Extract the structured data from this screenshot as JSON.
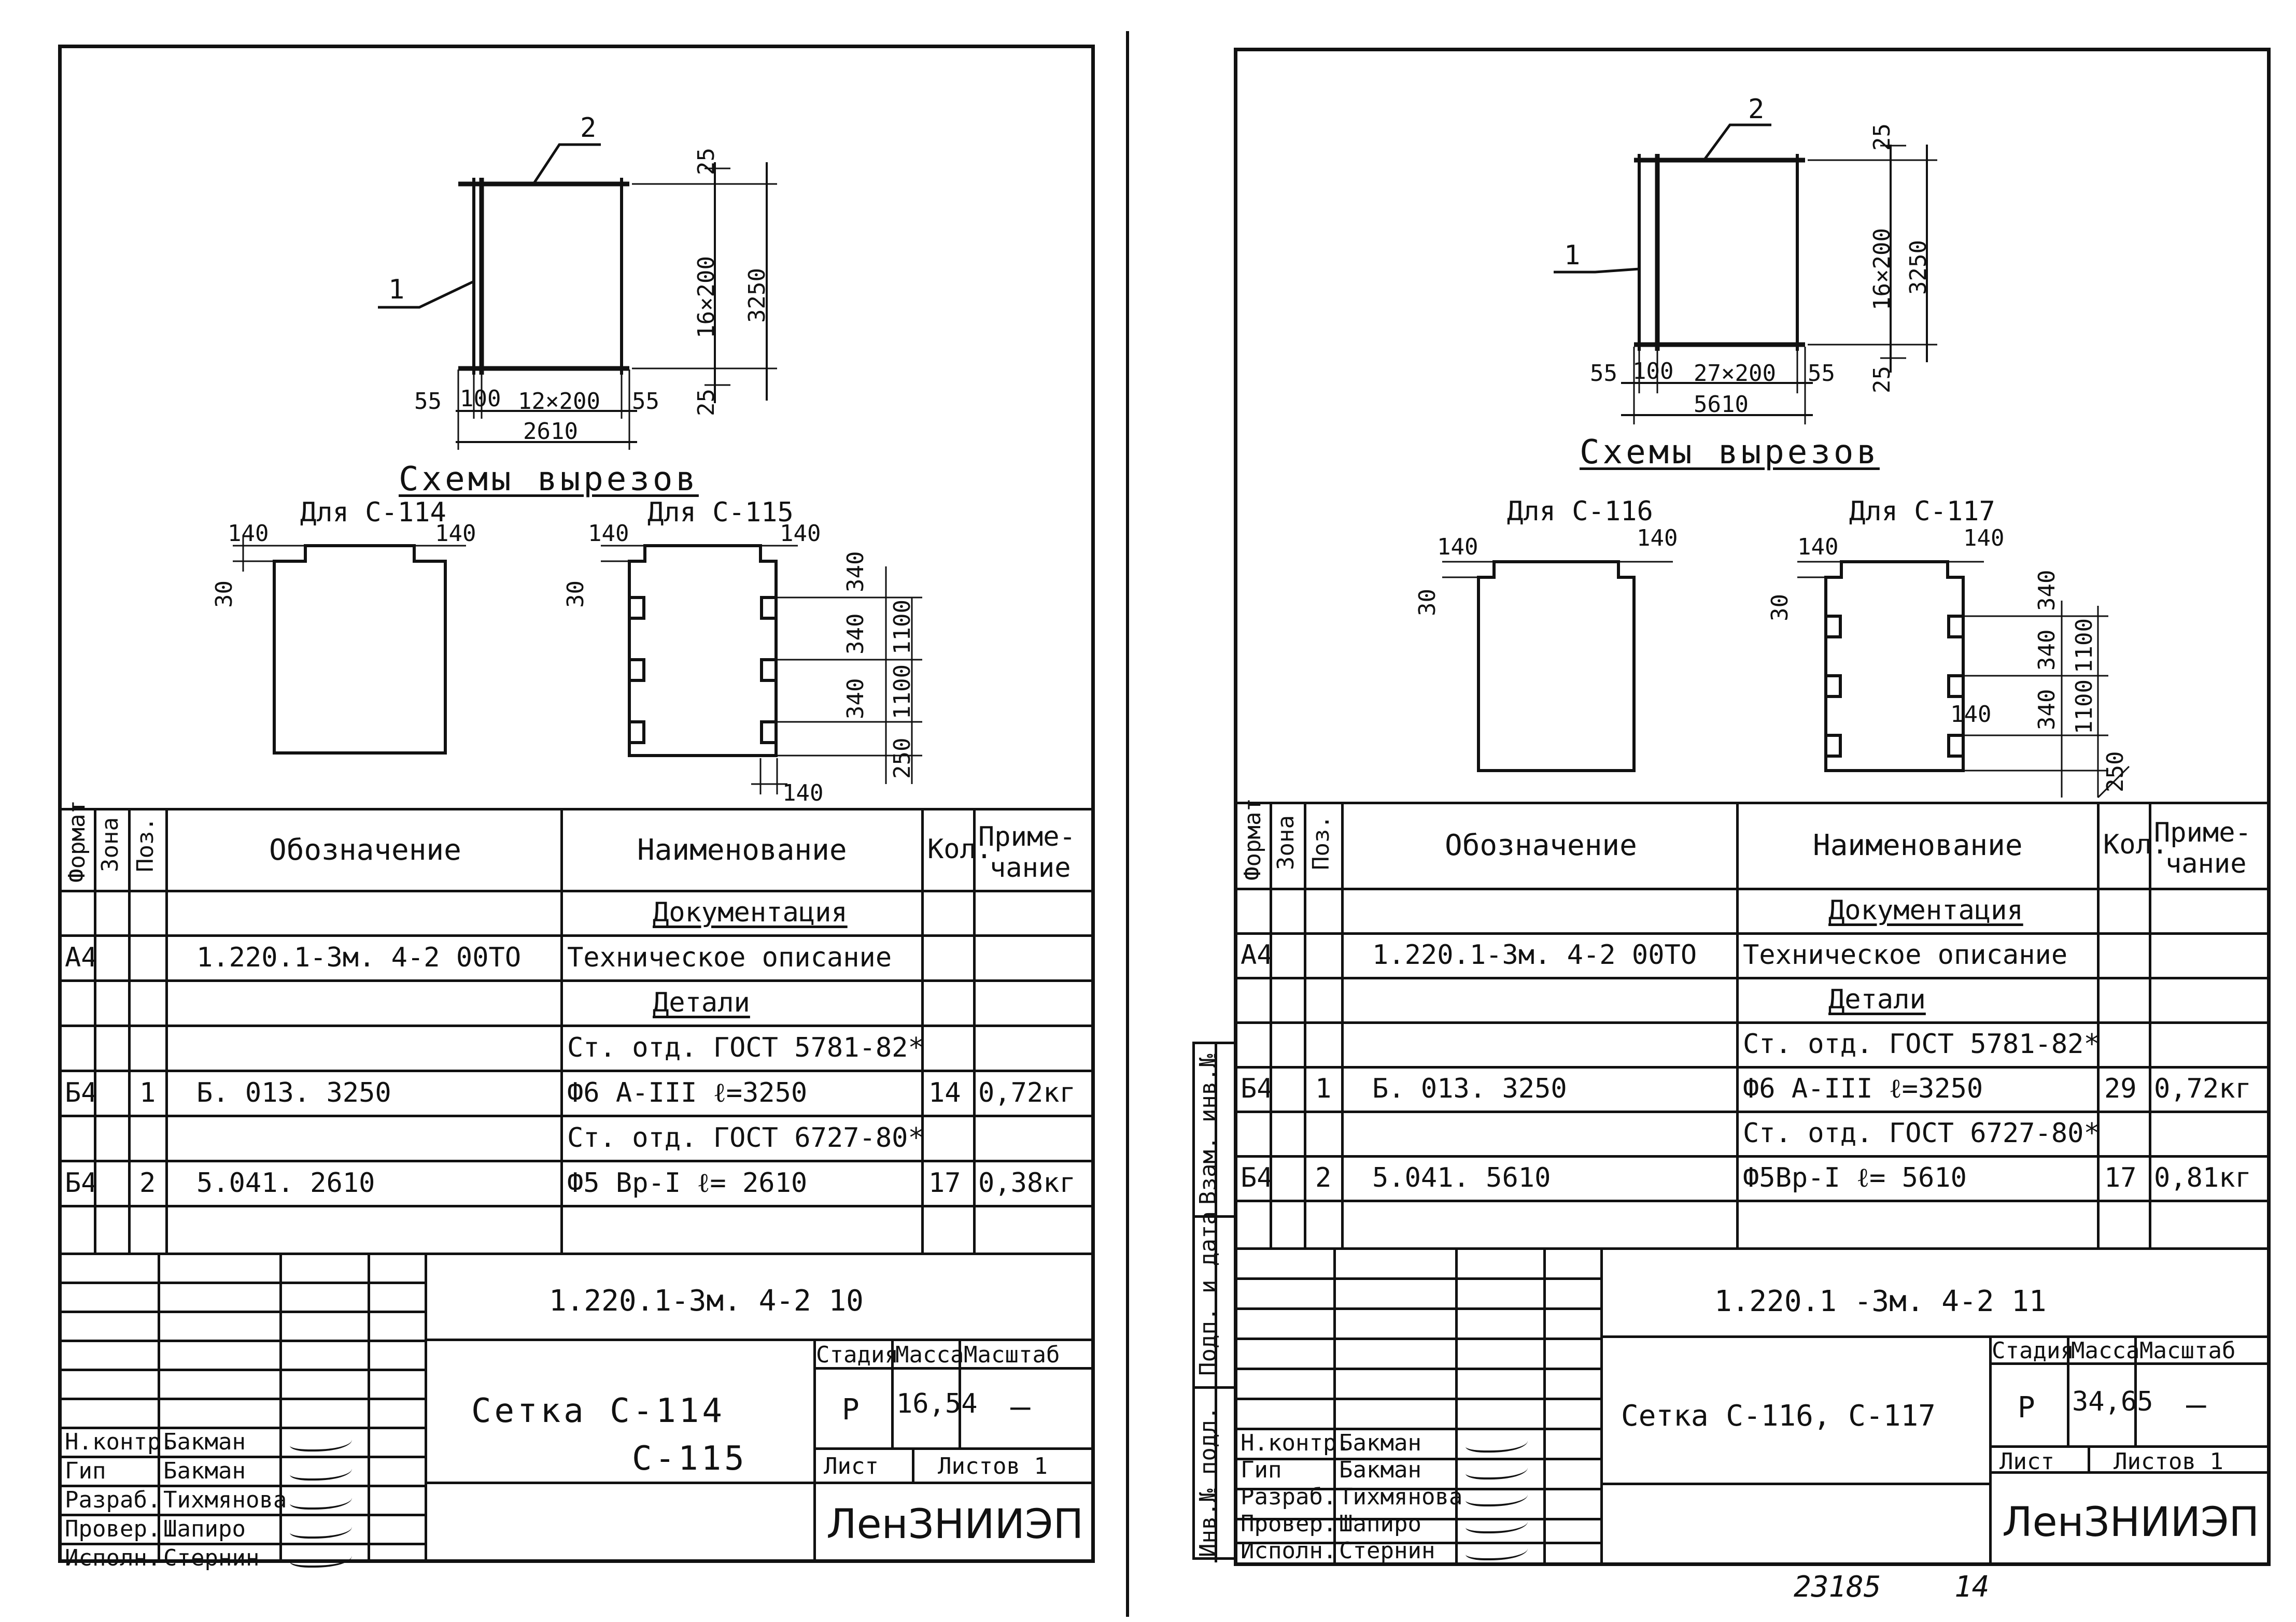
{
  "common": {
    "scheme_title": "Схемы вырезов",
    "table_headers": {
      "format": "Формат",
      "zone": "Зона",
      "pos": "Поз.",
      "designation": "Обозначение",
      "name": "Наименование",
      "qty": "Кол.",
      "note_1": "Приме-",
      "note_2": "чание"
    },
    "stamp": {
      "stage_label": "Стадия",
      "mass_label": "Масса",
      "scale_label": "Масштаб",
      "sheet_label": "Лист",
      "sheets_label": "Листов 1",
      "stage_value": "Р",
      "scale_value": "—",
      "org": "ЛенЗНИИЭП",
      "roles": [
        "Н.контр.",
        "Гип",
        "Разраб.",
        "Провер.",
        "Исполн."
      ],
      "names": [
        "Бакман",
        "Бакман",
        "Тихмянова",
        "Шапиро",
        "Стернин"
      ]
    },
    "side_strip": [
      "Инв.№ подл.",
      "Подп. и дата",
      "Взам. инв.№"
    ]
  },
  "left": {
    "dims": {
      "mark_1": "1",
      "mark_2": "2",
      "top_25": "25",
      "bottom_25": "25",
      "v_spacing": "16×200",
      "v_total": "3250",
      "d55a": "55",
      "d100": "100",
      "h_spacing": "12×200",
      "d55b": "55",
      "h_total": "2610"
    },
    "cut_a_title": "Для С-114",
    "cut_b_title": "Для С-115",
    "cut_dims": {
      "a140l": "140",
      "a140r": "140",
      "a30": "30",
      "b140l": "140",
      "b140r": "140",
      "b30": "30",
      "b340a": "340",
      "b340b": "340",
      "b340c": "340",
      "b1100a": "1100",
      "b1100b": "1100",
      "b250": "250",
      "b140bot": "140"
    },
    "rows": [
      {
        "format": "",
        "pos": "",
        "designation": "",
        "name": "Документация",
        "qty": "",
        "note": "",
        "heading": true
      },
      {
        "format": "А4",
        "pos": "",
        "designation": "1.220.1-3м. 4-2  00ТО",
        "name": "Техническое описание",
        "qty": "",
        "note": "",
        "heading": false
      },
      {
        "format": "",
        "pos": "",
        "designation": "",
        "name": "Детали",
        "qty": "",
        "note": "",
        "heading": true
      },
      {
        "format": "",
        "pos": "",
        "designation": "",
        "name": "Ст. отд. ГОСТ 5781-82*",
        "qty": "",
        "note": "",
        "heading": false
      },
      {
        "format": "Б4",
        "pos": "1",
        "designation": "Б. 013. 3250",
        "name": "Ф6 А-III ℓ=3250",
        "qty": "14",
        "note": "0,72кг",
        "heading": false
      },
      {
        "format": "",
        "pos": "",
        "designation": "",
        "name": "Ст. отд. ГОСТ 6727-80*",
        "qty": "",
        "note": "",
        "heading": false
      },
      {
        "format": "Б4",
        "pos": "2",
        "designation": "5.041. 2610",
        "name": "Ф5 Вр-I  ℓ= 2610",
        "qty": "17",
        "note": "0,38кг",
        "heading": false
      },
      {
        "format": "",
        "pos": "",
        "designation": "",
        "name": "",
        "qty": "",
        "note": "",
        "heading": false
      }
    ],
    "stamp_code": "1.220.1-3м.   4-2      10",
    "title_1": "Сетка  С-114",
    "title_2": "С-115",
    "mass_value": "16,54"
  },
  "right": {
    "dims": {
      "mark_1": "1",
      "mark_2": "2",
      "top_25": "25",
      "bottom_25": "25",
      "v_spacing": "16×200",
      "v_total": "3250",
      "d55a": "55",
      "d100": "100",
      "h_spacing": "27×200",
      "d55b": "55",
      "h_total": "5610"
    },
    "cut_a_title": "Для С-116",
    "cut_b_title": "Для С-117",
    "cut_dims": {
      "a140l": "140",
      "a140r": "140",
      "a30": "30",
      "b140l": "140",
      "b140r": "140",
      "b30": "30",
      "b340a": "340",
      "b340b": "340",
      "b340c": "340",
      "b1100a": "1100",
      "b1100b": "1100",
      "b250": "250",
      "b140mid": "140"
    },
    "rows": [
      {
        "format": "",
        "pos": "",
        "designation": "",
        "name": "Документация",
        "qty": "",
        "note": "",
        "heading": true
      },
      {
        "format": "А4",
        "pos": "",
        "designation": "1.220.1-3м. 4-2  00ТО",
        "name": "Техническое описание",
        "qty": "",
        "note": "",
        "heading": false
      },
      {
        "format": "",
        "pos": "",
        "designation": "",
        "name": "Детали",
        "qty": "",
        "note": "",
        "heading": true
      },
      {
        "format": "",
        "pos": "",
        "designation": "",
        "name": "Ст. отд. ГОСТ 5781-82*",
        "qty": "",
        "note": "",
        "heading": false
      },
      {
        "format": "Б4",
        "pos": "1",
        "designation": "Б. 013. 3250",
        "name": "Ф6 А-III  ℓ=3250",
        "qty": "29",
        "note": "0,72кг",
        "heading": false
      },
      {
        "format": "",
        "pos": "",
        "designation": "",
        "name": "Ст. отд. ГОСТ 6727-80*",
        "qty": "",
        "note": "",
        "heading": false
      },
      {
        "format": "Б4",
        "pos": "2",
        "designation": "5.041. 5610",
        "name": "Ф5Вр-I  ℓ= 5610",
        "qty": "17",
        "note": "0,81кг",
        "heading": false
      },
      {
        "format": "",
        "pos": "",
        "designation": "",
        "name": "",
        "qty": "",
        "note": "",
        "heading": false
      }
    ],
    "stamp_code": "1.220.1 -3м.    4-2    11",
    "title_1": "Сетка С-116, С-117",
    "title_2": "",
    "mass_value": "34,65",
    "archive_number": "23185",
    "page_number": "14"
  }
}
